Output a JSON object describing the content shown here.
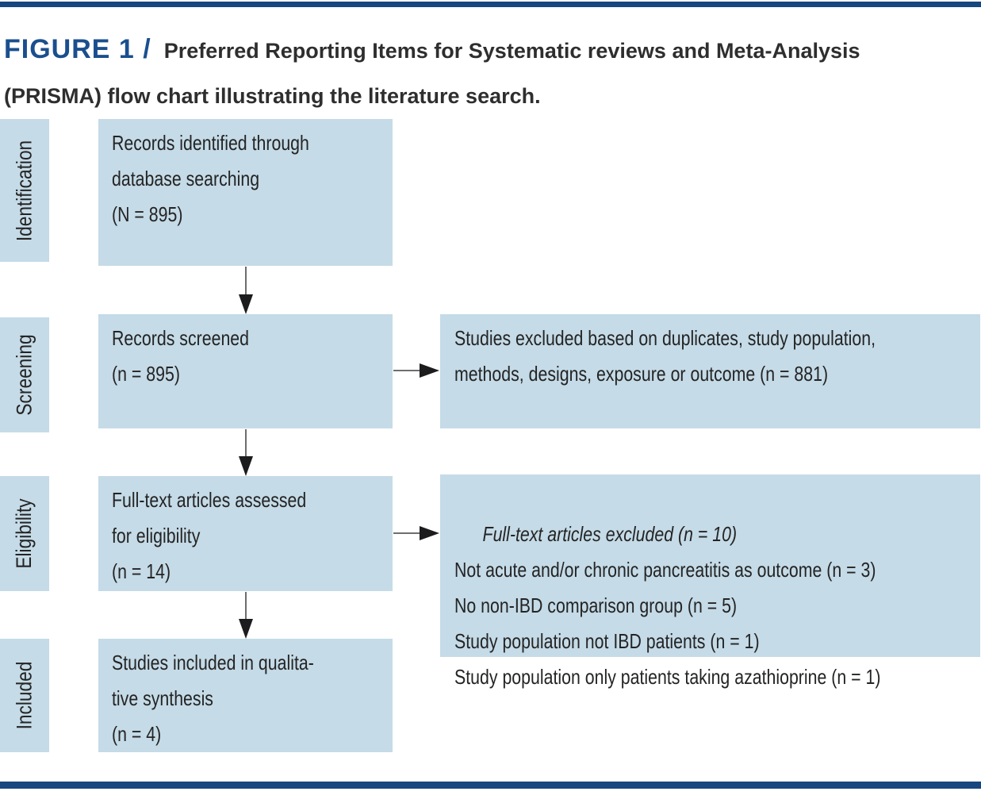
{
  "header": {
    "figure_label": "FIGURE 1 /",
    "title_line1": "Preferred Reporting Items for Systematic reviews and Meta-Analysis",
    "title_line2": "(PRISMA) flow chart illustrating the literature search."
  },
  "stage_labels": [
    "Identification",
    "Screening",
    "Eligibility",
    "Included"
  ],
  "flow": {
    "main_boxes": [
      {
        "id": "records-identified",
        "text": "Records identified through\ndatabase searching\n(N = 895)"
      },
      {
        "id": "records-screened",
        "text": "Records screened\n(n = 895)"
      },
      {
        "id": "fulltext-assessed",
        "text": "Full-text articles assessed\nfor eligibility\n(n = 14)"
      },
      {
        "id": "studies-included",
        "text": "Studies included in qualita-\ntive synthesis\n(n = 4)"
      }
    ],
    "side_boxes": [
      {
        "id": "screening-excluded",
        "text": "Studies excluded based on duplicates, study population,\nmethods, designs, exposure or outcome (n = 881)"
      },
      {
        "id": "fulltext-excluded",
        "title": "Full-text articles excluded (n = 10)",
        "text": "Not acute and/or chronic pancreatitis as outcome (n = 3)\nNo non-IBD comparison group (n = 5)\nStudy population not IBD patients (n = 1)\nStudy population only patients taking azathioprine (n = 1)"
      }
    ]
  },
  "colors": {
    "box_fill": "#c5dbe7",
    "rule_navy": "#16477e",
    "figure_label_blue": "#1a4f8e",
    "body_text": "#242424"
  }
}
